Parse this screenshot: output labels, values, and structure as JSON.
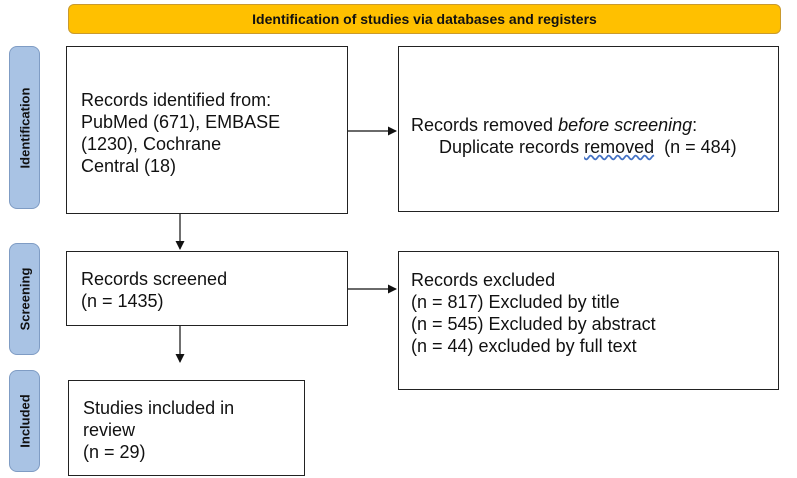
{
  "header": {
    "title": "Identification of studies via databases and registers"
  },
  "stages": {
    "identification": "Identification",
    "screening": "Screening",
    "included": "Included"
  },
  "boxes": {
    "identified": {
      "lines": [
        "Records identified from:",
        "PubMed (671), EMBASE",
        "(1230), Cochrane",
        "Central (18)"
      ]
    },
    "removed": {
      "prefix": "Records removed ",
      "emphasis": "before screening",
      "suffix": ":",
      "detail_before": "Duplicate records ",
      "detail_marked": "removed",
      "detail_after": "  (n = 484)"
    },
    "screened": {
      "lines": [
        "Records screened",
        "(n = 1435)"
      ]
    },
    "excluded": {
      "lines": [
        "Records excluded",
        "(n = 817) Excluded by title",
        "(n = 545) Excluded by abstract",
        "(n = 44) excluded by full text"
      ]
    },
    "included": {
      "lines": [
        "Studies included in",
        "review",
        "(n = 29)"
      ]
    }
  },
  "colors": {
    "banner": "#ffc000",
    "stage": "#a9c3e4",
    "spellcheck_underline": "#4472c4"
  }
}
